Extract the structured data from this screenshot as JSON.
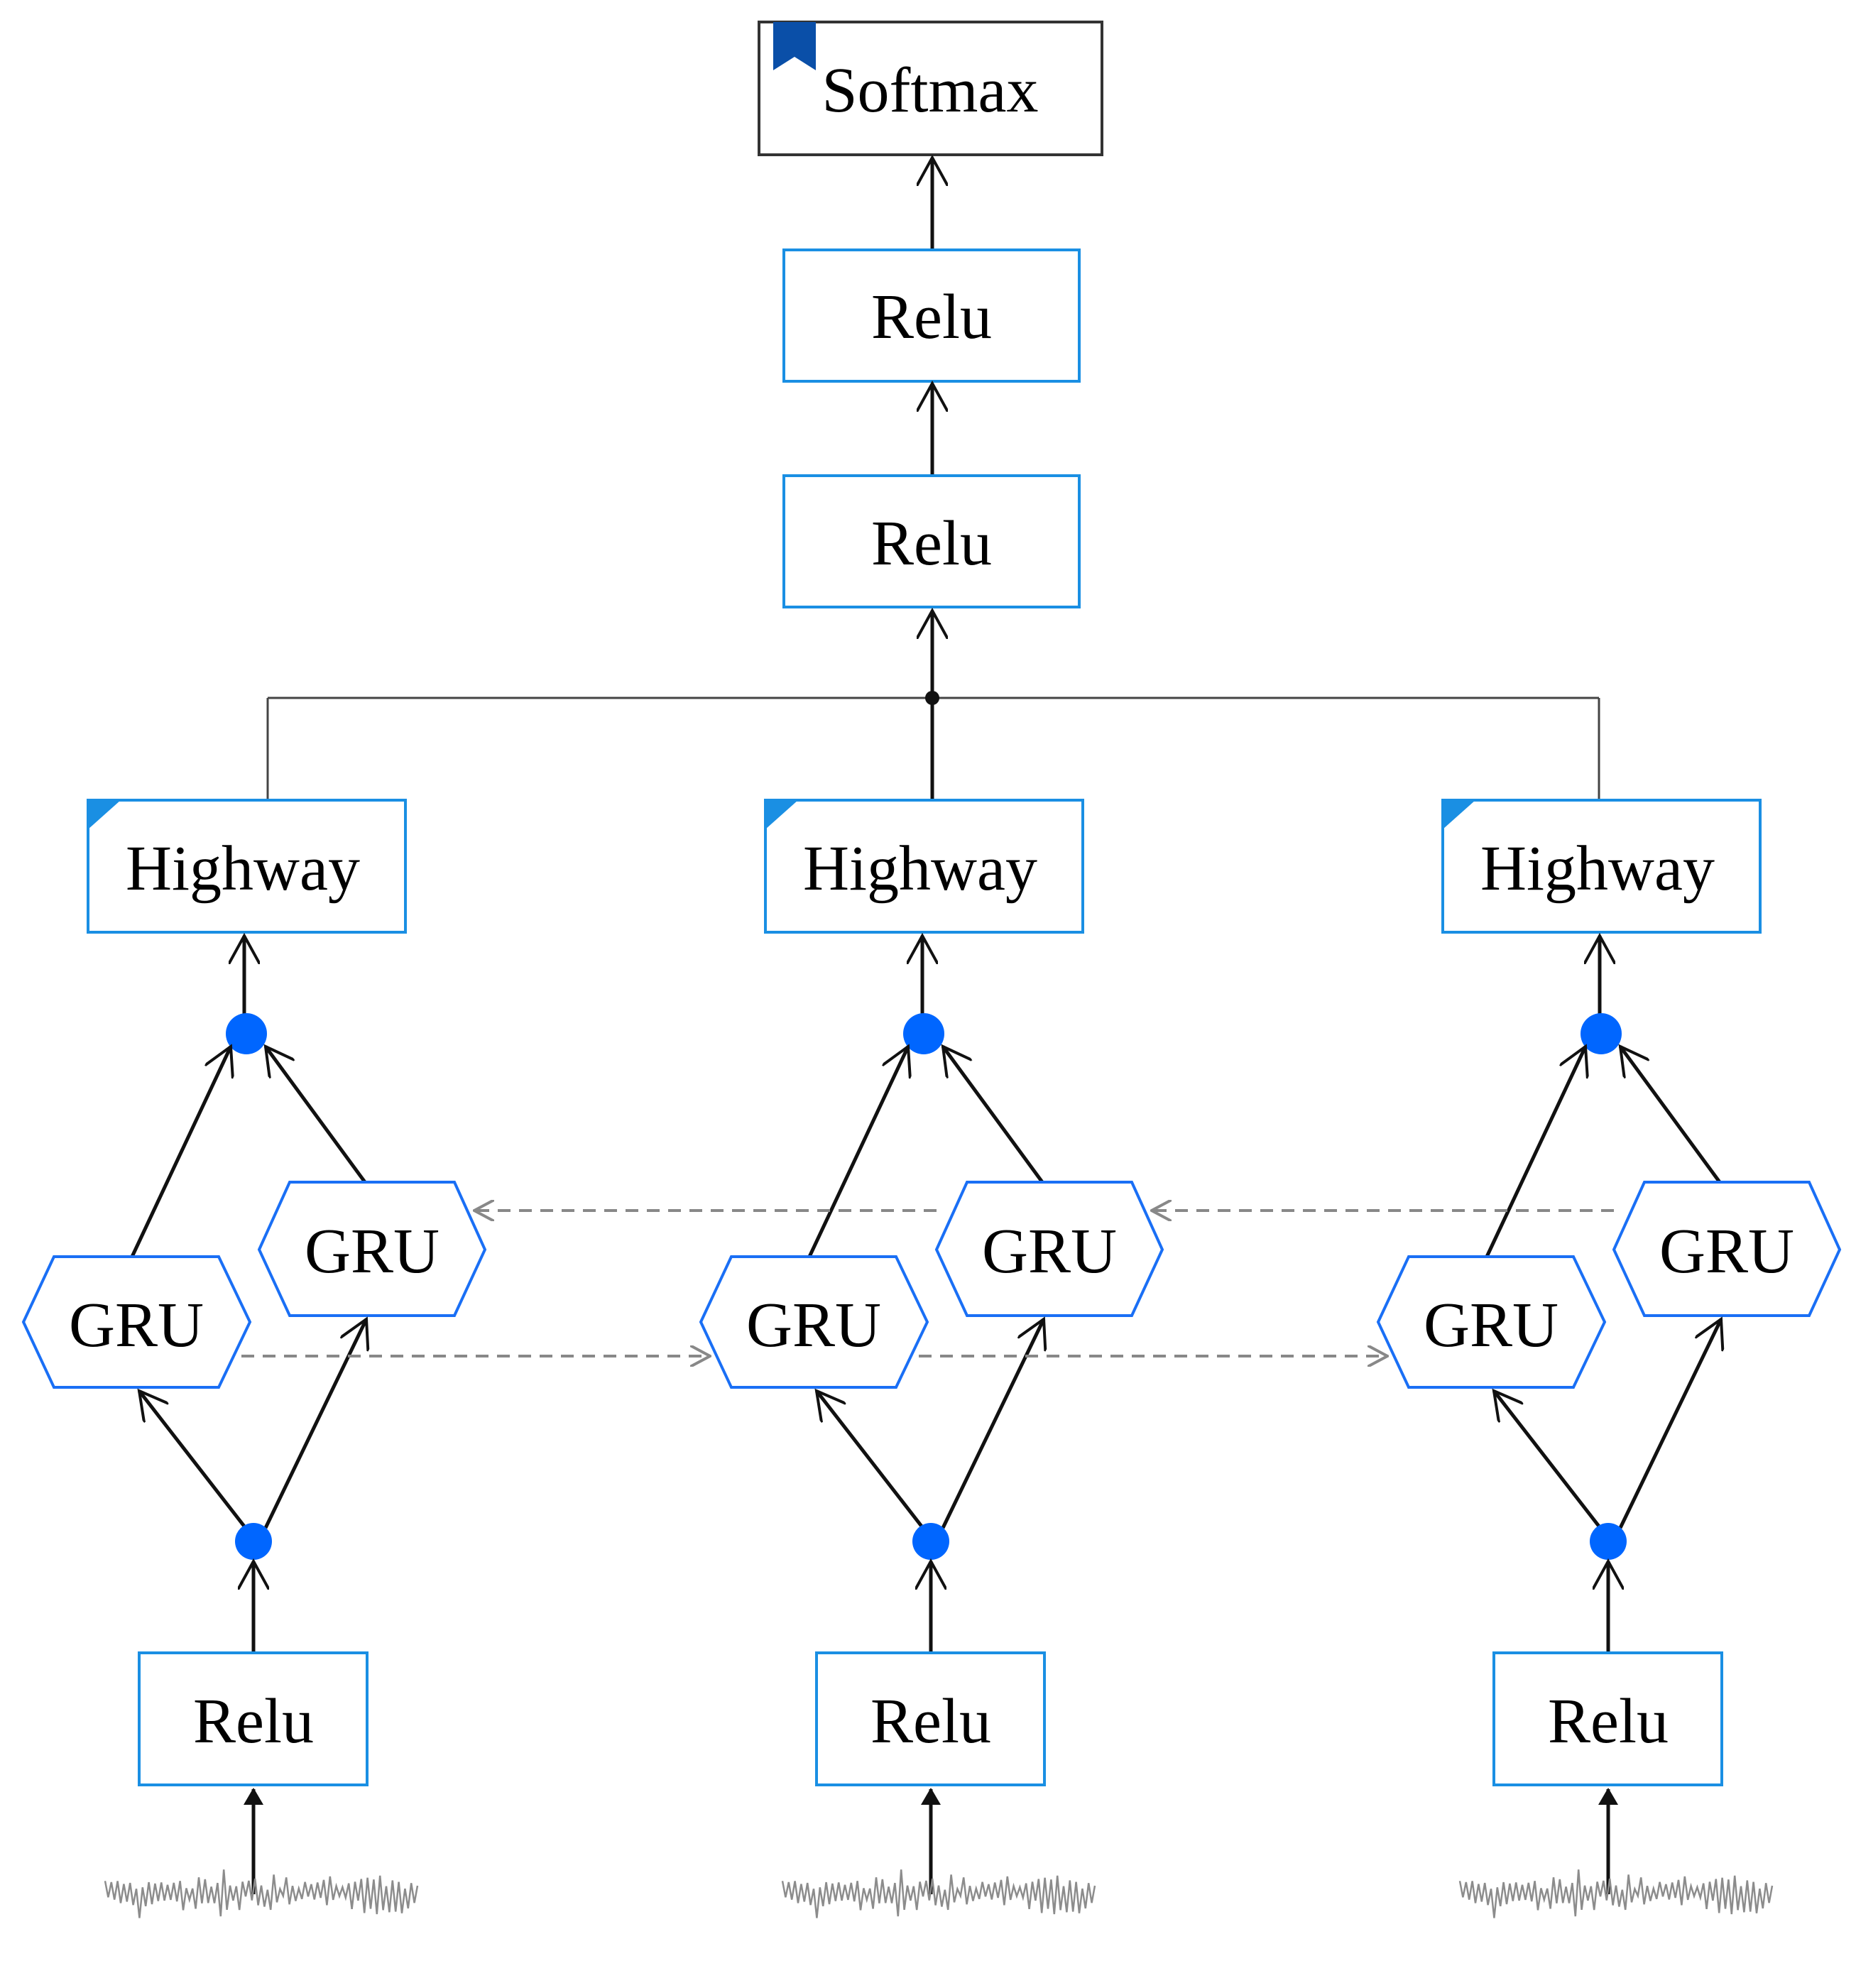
{
  "colors": {
    "accent": "#1A8FE3",
    "dot": "#0066FF",
    "bookmark": "#0A4FA8",
    "edge": "#111111",
    "dashed": "#888888",
    "waveform": "#8C8C8C",
    "softmax_border": "#333333"
  },
  "nodes": {
    "softmax": "Softmax",
    "relu_top": "Relu",
    "relu_mid": "Relu",
    "highway": [
      "Highway",
      "Highway",
      "Highway"
    ],
    "gru_forward": [
      "GRU",
      "GRU",
      "GRU"
    ],
    "gru_backward": [
      "GRU",
      "GRU",
      "GRU"
    ],
    "relu_input": [
      "Relu",
      "Relu",
      "Relu"
    ]
  },
  "icons": {
    "softmax_marker": "bookmark-icon",
    "highway_marker": "folded-corner-icon",
    "input": "waveform-icon"
  }
}
